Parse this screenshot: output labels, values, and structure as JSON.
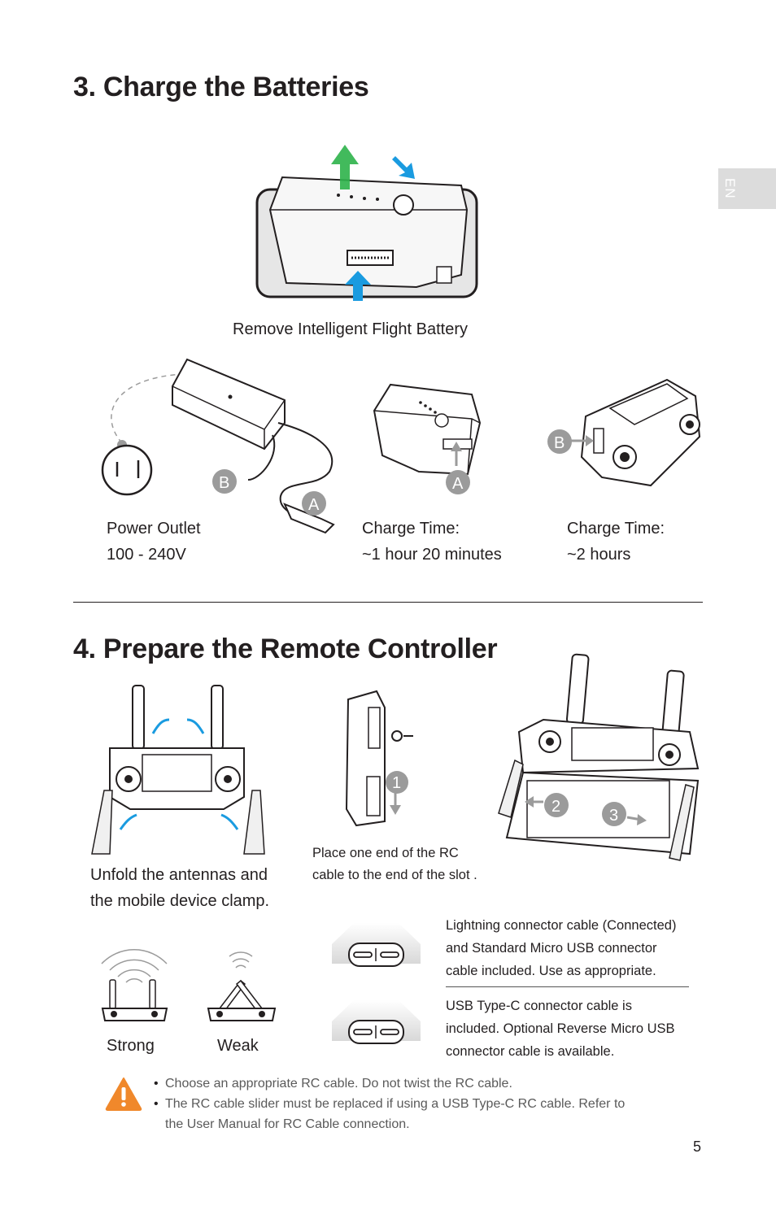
{
  "tab_label": "EN",
  "section3": {
    "title": "3. Charge the Batteries",
    "remove_caption": "Remove Intelligent Flight Battery",
    "outlet_line1": "Power Outlet",
    "outlet_line2": "100 -  240V",
    "battery_time_label": "Charge Time:",
    "battery_time_value": "~1 hour 20 minutes",
    "rc_time_label": "Charge Time:",
    "rc_time_value": "~2 hours",
    "label_a": "A",
    "label_b": "B"
  },
  "section4": {
    "title": "4. Prepare the Remote Controller",
    "unfold_line1": "Unfold the antennas and",
    "unfold_line2": "the mobile device clamp.",
    "place_line1": "Place one end of the RC",
    "place_line2": "cable to the end of the slot .",
    "step1": "1",
    "step2": "2",
    "step3": "3",
    "strong_label": "Strong",
    "weak_label": "Weak",
    "lightning_line1": "Lightning connector cable (Connected)",
    "lightning_line2": "and Standard Micro USB connector",
    "lightning_line3": "cable included. Use as appropriate.",
    "typec_line1": "USB Type-C connector cable is",
    "typec_line2": "included. Optional Reverse Micro USB",
    "typec_line3": "connector cable is available.",
    "warn_bullet1": "Choose an appropriate RC cable. Do not twist the RC cable.",
    "warn_bullet2_line1": "The RC cable slider must be replaced if using a USB Type-C RC cable. Refer to",
    "warn_bullet2_line2": "the User Manual for RC Cable connection."
  },
  "page_number": "5",
  "colors": {
    "text": "#231f20",
    "tab": "#dcdcdc",
    "callout": "#9b9b9b",
    "arrow_blue": "#1a9be0",
    "arrow_green": "#2db34a",
    "warning": "#f0882b"
  }
}
